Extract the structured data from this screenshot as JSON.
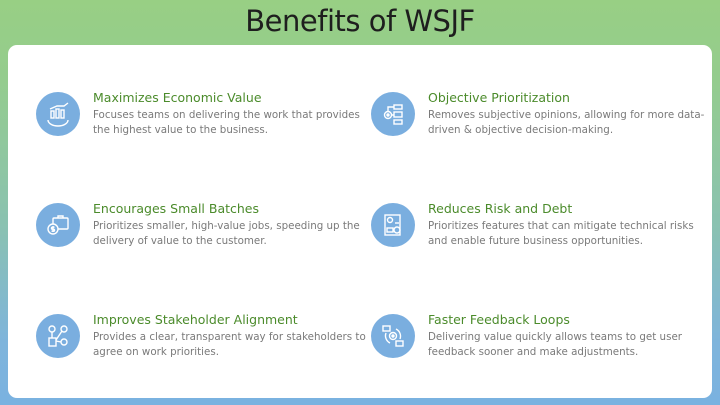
{
  "slide": {
    "title": "Benefits of WSJF",
    "colors": {
      "title_text": "#1e1e1e",
      "item_title": "#4b8b2b",
      "item_desc": "#7a7a7a",
      "icon_bg": "#7aaedf",
      "gradient_top": "#98cf84",
      "gradient_bottom": "#7ab2e0"
    }
  },
  "benefits": [
    {
      "icon": "growth-chart-globe-icon",
      "title": "Maximizes Economic Value",
      "description": "Focuses teams on delivering the work that provides the highest value to the business."
    },
    {
      "icon": "gear-flowchart-icon",
      "title": "Objective Prioritization",
      "description": "Removes subjective opinions, allowing for more data-driven & objective decision-making."
    },
    {
      "icon": "briefcase-dollar-icon",
      "title": "Encourages Small Batches",
      "description": "Prioritizes smaller, high-value jobs, speeding up the delivery of value to the customer."
    },
    {
      "icon": "dollar-document-icon",
      "title": "Reduces Risk and Debt",
      "description": "Prioritizes features that can mitigate technical risks and enable future business opportunities."
    },
    {
      "icon": "stakeholder-network-icon",
      "title": "Improves Stakeholder Alignment",
      "description": "Provides a clear, transparent way for stakeholders to agree on work priorities."
    },
    {
      "icon": "feedback-loop-icon",
      "title": "Faster Feedback Loops",
      "description": "Delivering value quickly allows teams to get user feedback sooner and make adjustments."
    }
  ]
}
